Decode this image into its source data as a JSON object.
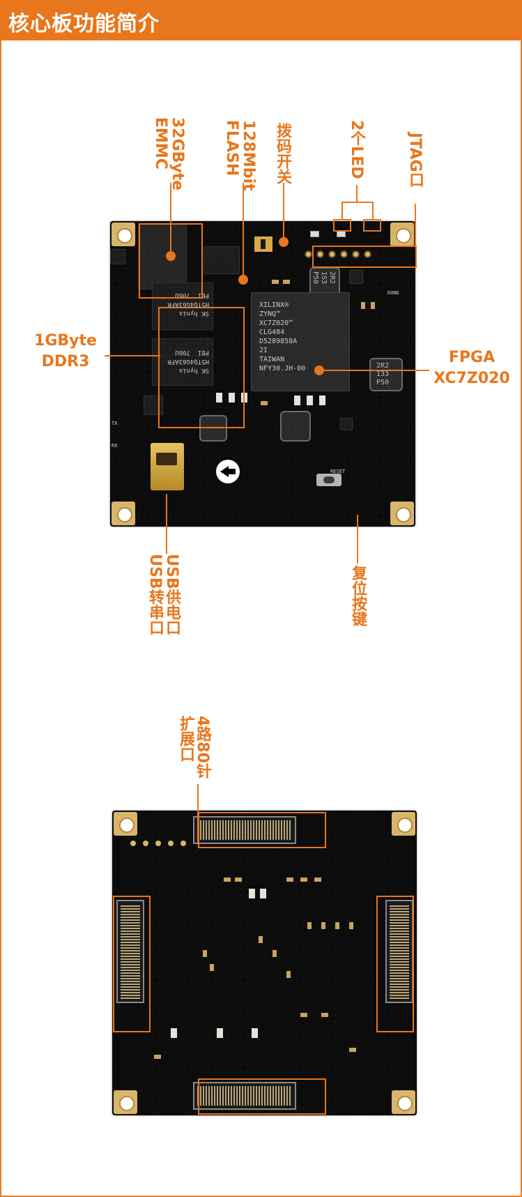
{
  "header": {
    "title": "核心板功能简介"
  },
  "top_board": {
    "labels": {
      "emmc": "32GByte\nEMMC",
      "flash": "128Mbit\nFLASH",
      "dip_switch": "拨码开关",
      "leds": "2个LED",
      "jtag": "JTAG口",
      "ddr3": "1GByte\nDDR3",
      "fpga": "FPGA\nXC7Z020",
      "usb": "USB供电口\nUSB转串口",
      "reset": "复位按键"
    },
    "chip_markings": {
      "fpga": "XILINX®\nZYNQ™\nXC7Z020™\nCLG484\nD5289858A\n2I\nTAIWAN\nNFY30.JH-00",
      "ddr3_1": "SK hynix\nH5TQ4G63AFR\nPBI  706U",
      "ddr3_2": "SK hynix\nH5TQ4G63AFR\nPBI  706U",
      "inductor_1": "2R2\n1S3\nP50",
      "inductor_2": "2R2\n133\nP50"
    },
    "silkscreen": {
      "reset": "RESET",
      "done": "DONE",
      "tx": "TX",
      "rx": "RX"
    }
  },
  "bottom_board": {
    "labels": {
      "expansion": "4路80针\n扩展口"
    }
  },
  "colors": {
    "accent": "#e8761c",
    "pcb": "#0c0c0c",
    "pad_gold": "#d8b56a"
  }
}
